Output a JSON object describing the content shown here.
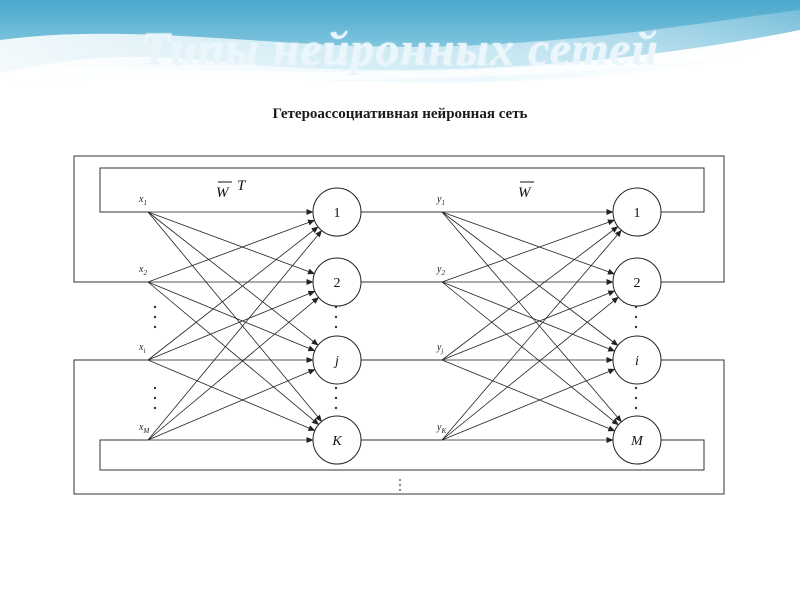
{
  "slide": {
    "title": "Типы нейронных сетей",
    "subtitle": "Гетероассоциативная нейронная сеть"
  },
  "diagram": {
    "weights": {
      "left": {
        "symbol": "W",
        "superscript": "T"
      },
      "right": {
        "symbol": "W",
        "superscript": ""
      }
    },
    "inputs": [
      {
        "name": "x",
        "sub": "1"
      },
      {
        "name": "x",
        "sub": "2"
      },
      {
        "name": "x",
        "sub": "i"
      },
      {
        "name": "x",
        "sub": "M"
      }
    ],
    "hidden_inputs": [
      {
        "name": "y",
        "sub": "1"
      },
      {
        "name": "y",
        "sub": "2"
      },
      {
        "name": "y",
        "sub": "j"
      },
      {
        "name": "y",
        "sub": "K"
      }
    ],
    "layer1_nodes": [
      "1",
      "2",
      "j",
      "K"
    ],
    "layer2_nodes": [
      "1",
      "2",
      "i",
      "M"
    ]
  },
  "colors": {
    "banner_top": "#5fb8d6",
    "banner_light": "#d9eff7",
    "title": "#eaf6fb",
    "line": "#222222"
  }
}
